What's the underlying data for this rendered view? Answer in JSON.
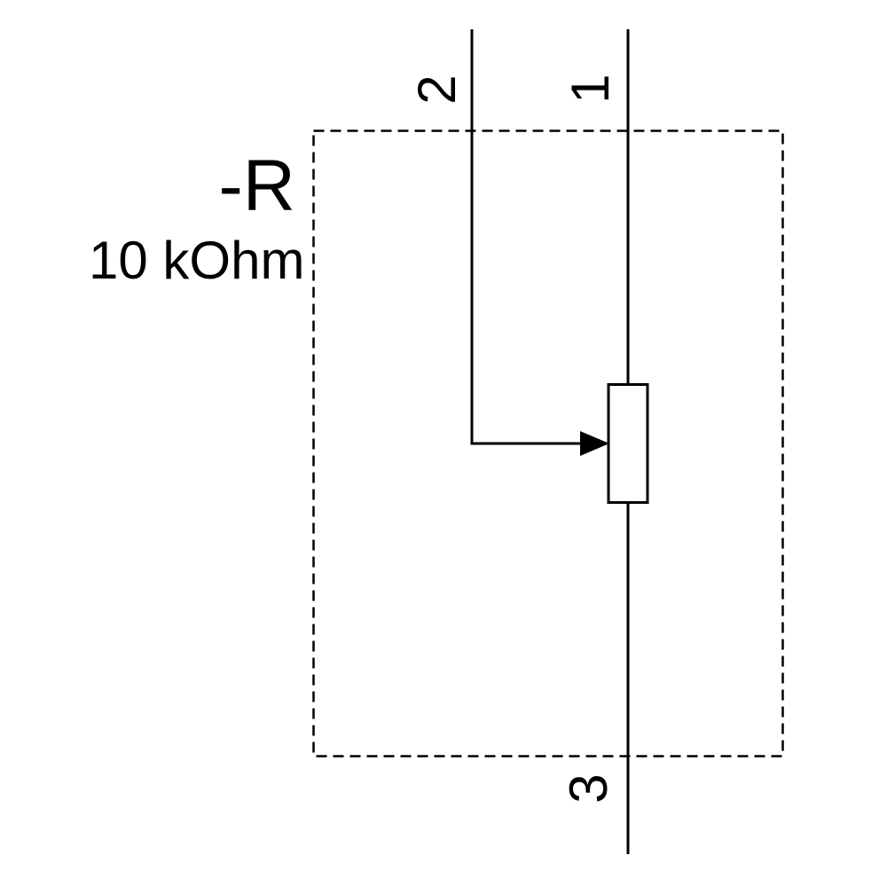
{
  "schematic": {
    "component": {
      "designator": "-R",
      "value": "10 kOhm"
    },
    "terminals": [
      {
        "label": "2"
      },
      {
        "label": "1"
      },
      {
        "label": "3"
      }
    ],
    "colors": {
      "stroke": "#000000",
      "background": "#ffffff"
    }
  }
}
